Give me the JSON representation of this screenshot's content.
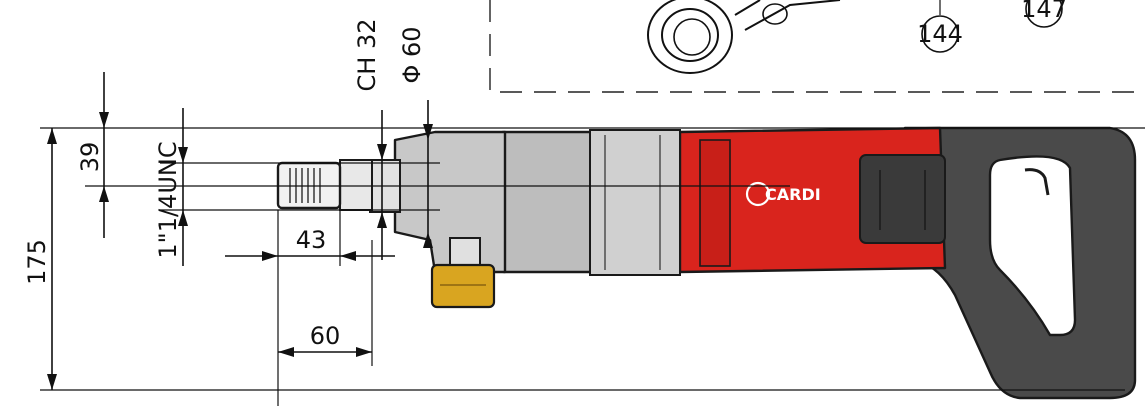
{
  "dimensions": {
    "overall_height": "175",
    "top_offset": "39",
    "thread": "1\"1/4UNC",
    "spindle_length": "43",
    "shoulder_length": "60",
    "wrench_size": "CH 32",
    "collar_diameter": "Φ 60"
  },
  "callouts": {
    "part_a": "144",
    "part_b": "147"
  },
  "brand": "CARDI",
  "colors": {
    "motor_housing": "#d9241d",
    "handle": "#4a4a4a",
    "gear_housing": "#bdbdbd",
    "water_fitting": "#d9a520",
    "line": "#111111"
  }
}
